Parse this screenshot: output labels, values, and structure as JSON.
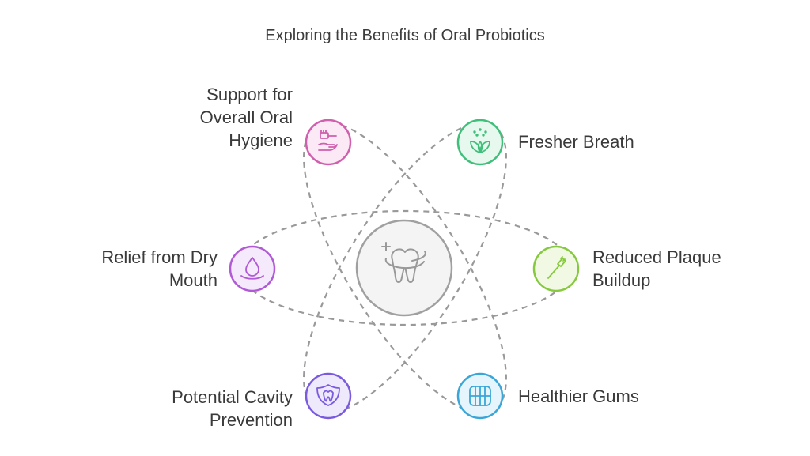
{
  "title": "Exploring the Benefits of Oral Probiotics",
  "colors": {
    "orbit": "#999999",
    "center": "#a0a0a0",
    "pink": "#d05fae",
    "green": "#3fbf7a",
    "purple": "#b05ad6",
    "lime": "#86c93e",
    "indigo": "#7a5be0",
    "blue": "#3aa6d8"
  },
  "center": {
    "icon": "tooth-sparkle-icon"
  },
  "benefits": {
    "hygiene": {
      "label": "Support for Overall Oral Hygiene",
      "icon": "toothbrush-hand-icon"
    },
    "breath": {
      "label": "Fresher Breath",
      "icon": "leaf-sparkle-icon"
    },
    "drymouth": {
      "label": "Relief from Dry Mouth",
      "icon": "water-drop-icon"
    },
    "plaque": {
      "label": "Reduced Plaque Buildup",
      "icon": "toothbrush-icon"
    },
    "cavity": {
      "label": "Potential Cavity Prevention",
      "icon": "tooth-shield-icon"
    },
    "gums": {
      "label": "Healthier Gums",
      "icon": "teeth-gums-icon"
    }
  }
}
